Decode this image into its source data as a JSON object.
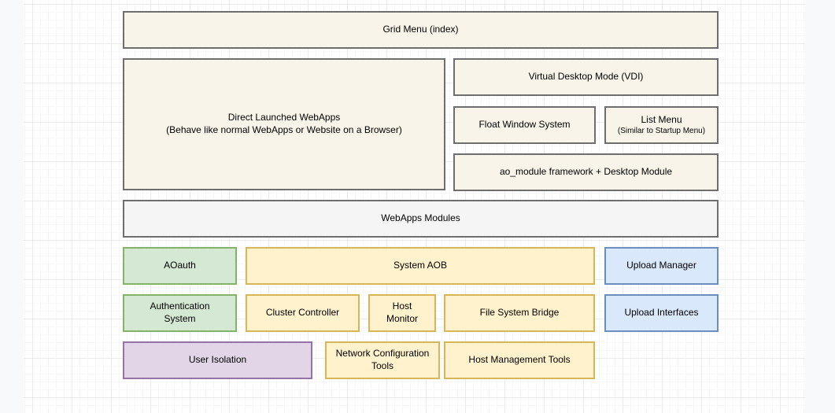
{
  "diagram": {
    "boxes": {
      "grid_menu": {
        "label": "Grid Menu (index)"
      },
      "direct_webapps": {
        "line1": "Direct Launched WebApps",
        "line2": "(Behave like normal WebApps or Website on a Browser)"
      },
      "vdi": {
        "label": "Virtual Desktop Mode (VDI)"
      },
      "float_window": {
        "label": "Float Window System"
      },
      "list_menu": {
        "title": "List Menu",
        "subtitle": "(Similar to Startup Menu)"
      },
      "ao_module": {
        "label": "ao_module framework + Desktop Module"
      },
      "webapps_modules": {
        "label": "WebApps Modules"
      },
      "aoauth": {
        "label": "AOauth"
      },
      "system_aob": {
        "label": "System AOB"
      },
      "upload_manager": {
        "label": "Upload Manager"
      },
      "auth_system": {
        "label": "Authentication System"
      },
      "cluster_controller": {
        "label": "Cluster Controller"
      },
      "host_monitor": {
        "label": "Host Monitor"
      },
      "fs_bridge": {
        "label": "File System Bridge"
      },
      "upload_interfaces": {
        "label": "Upload Interfaces"
      },
      "user_isolation": {
        "label": "User Isolation"
      },
      "network_config": {
        "label": "Network Configuration Tools"
      },
      "host_mgmt": {
        "label": "Host Management Tools"
      }
    },
    "palette": {
      "cream_fill": "#F8F4E9",
      "neutral_border": "#6E6E6E",
      "gray_fill": "#F5F5F5",
      "green_fill": "#D5E8D4",
      "green_border": "#82B366",
      "yellow_fill": "#FFF2CC",
      "yellow_border": "#D6B656",
      "blue_fill": "#DAE8FC",
      "blue_border": "#6C8EBF",
      "purple_fill": "#E1D5E7",
      "purple_border": "#9673A6"
    }
  }
}
